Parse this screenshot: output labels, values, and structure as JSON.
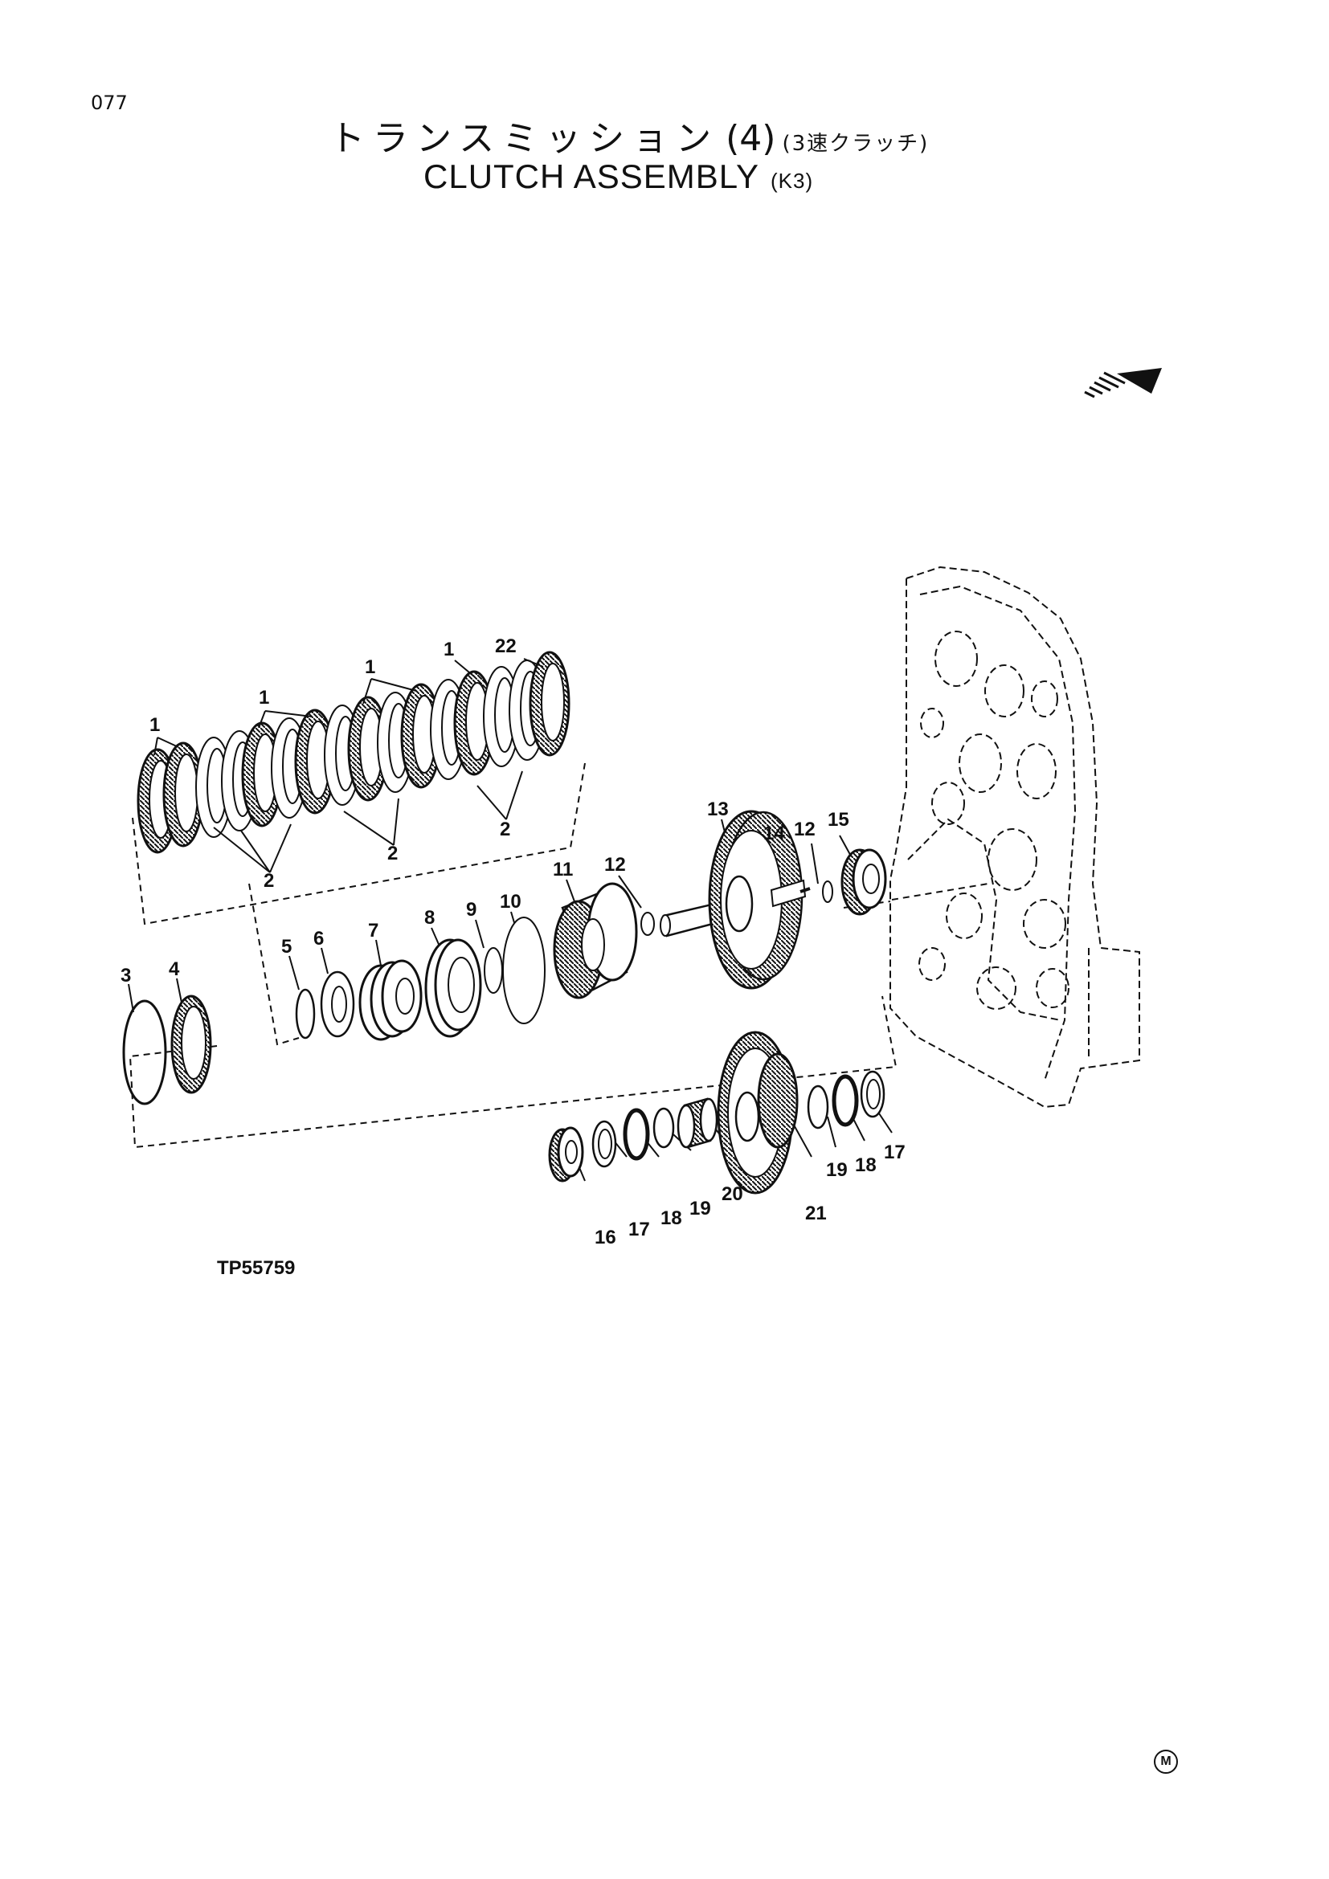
{
  "page": {
    "number": "077"
  },
  "title": {
    "jp": "トランスミッション",
    "jp_num": "(4)",
    "jp_sub": "(3速クラッチ)",
    "en": "CLUTCH  ASSEMBLY",
    "en_sub": "(K3)"
  },
  "figure_code": "TP55759",
  "mark": "M",
  "callouts": [
    "1",
    "1",
    "1",
    "1",
    "22",
    "2",
    "2",
    "2",
    "2",
    "3",
    "4",
    "5",
    "6",
    "7",
    "8",
    "9",
    "10",
    "11",
    "12",
    "13",
    "14",
    "12",
    "15",
    "16",
    "17",
    "18",
    "19",
    "20",
    "21",
    "19",
    "18",
    "17"
  ]
}
